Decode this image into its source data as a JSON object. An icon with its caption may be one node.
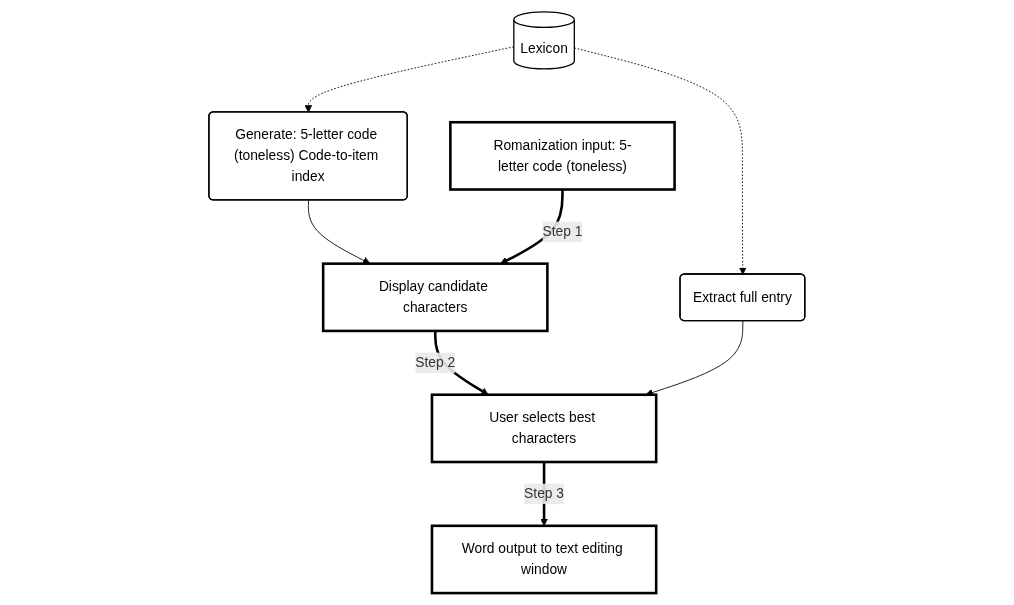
{
  "diagram": {
    "nodes": [
      {
        "text": [
          "Lexicon"
        ]
      },
      {
        "text": [
          "Generate: 5-letter code (toneless) Code-to-item index"
        ]
      },
      {
        "text": [
          "Extract full entry"
        ]
      },
      {
        "text": [
          "Romanization input: 5-letter code (toneless)"
        ]
      },
      {
        "text": [
          "Display candidate characters"
        ]
      },
      {
        "text": [
          "User selects best characters"
        ]
      },
      {
        "text": [
          "Word output to text editing window"
        ]
      }
    ],
    "edges": [
      {
        "from": 0,
        "to": 1,
        "arrow": "to",
        "style": "dashed"
      },
      {
        "from": 0,
        "to": 2,
        "arrow": "to",
        "style": "dashed"
      },
      {
        "from": 1,
        "to": 4,
        "arrow": "to"
      },
      {
        "from": 3,
        "to": 4,
        "arrow": "to",
        "label": "Step 1",
        "style": "thick"
      },
      {
        "from": 4,
        "to": 5,
        "arrow": "to",
        "label": "Step 2",
        "style": "thick"
      },
      {
        "from": 2,
        "to": 5,
        "arrow": "to"
      },
      {
        "from": 5,
        "to": 6,
        "arrow": "to",
        "label": "Step 3",
        "style": "thick"
      }
    ]
  }
}
